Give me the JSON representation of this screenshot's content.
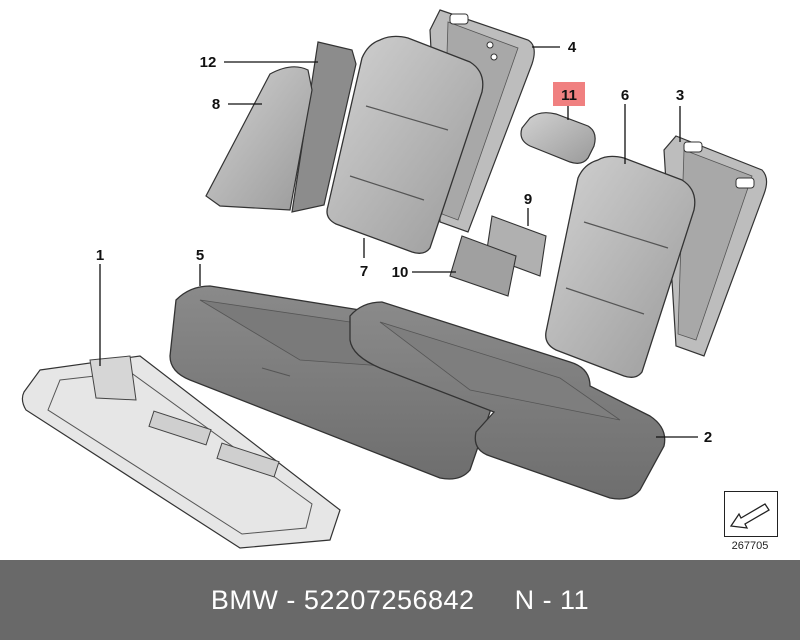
{
  "diagram": {
    "callouts": [
      {
        "id": "1",
        "label": "1"
      },
      {
        "id": "2",
        "label": "2"
      },
      {
        "id": "3",
        "label": "3"
      },
      {
        "id": "4",
        "label": "4"
      },
      {
        "id": "5",
        "label": "5"
      },
      {
        "id": "6",
        "label": "6"
      },
      {
        "id": "7",
        "label": "7"
      },
      {
        "id": "8",
        "label": "8"
      },
      {
        "id": "9",
        "label": "9"
      },
      {
        "id": "10",
        "label": "10"
      },
      {
        "id": "11",
        "label": "11",
        "highlighted": true
      },
      {
        "id": "12",
        "label": "12"
      }
    ],
    "highlight_color": "#f08080",
    "reference_number": "267705"
  },
  "footer": {
    "text": "BMW - 52207256842     N - 11",
    "background": "#696969"
  }
}
